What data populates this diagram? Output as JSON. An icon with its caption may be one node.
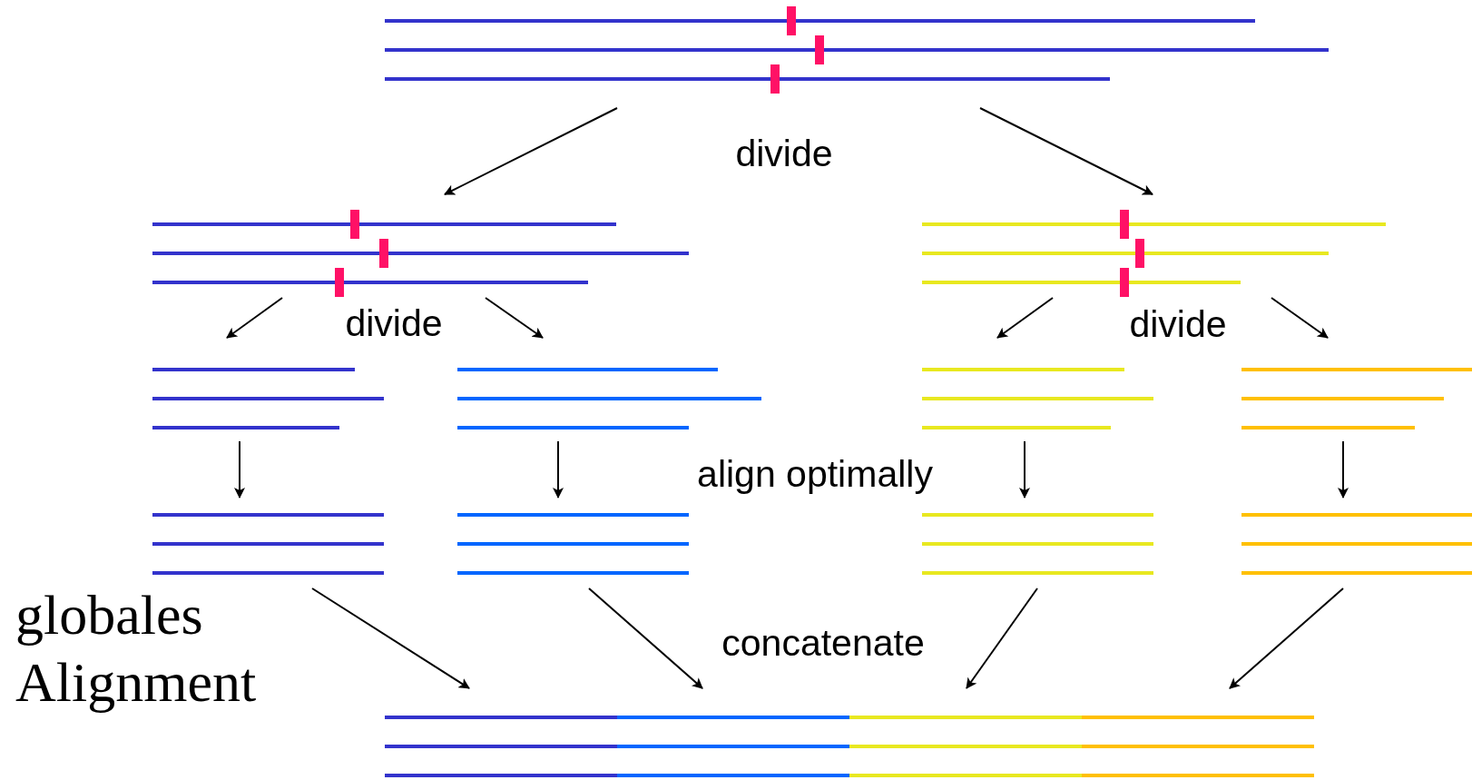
{
  "diagram": {
    "title": "globales Alignment",
    "nodes": [
      {
        "text": [],
        "shape": "bar"
      },
      {
        "text": [],
        "shape": "bar"
      },
      {
        "text": [],
        "shape": "bar"
      },
      {
        "text": [],
        "shape": "bar"
      },
      {
        "text": [],
        "shape": "bar"
      },
      {
        "text": [],
        "shape": "bar"
      },
      {
        "text": [],
        "shape": "bar"
      },
      {
        "text": [],
        "shape": "bar"
      },
      {
        "text": [],
        "shape": "bar"
      },
      {
        "text": [],
        "shape": "bar"
      },
      {
        "text": [],
        "shape": "bar"
      },
      {
        "text": [],
        "shape": "bar"
      }
    ],
    "edges": [
      {
        "from": 0,
        "to": 1,
        "arrow": "to"
      },
      {
        "from": 0,
        "to": 2,
        "arrow": "to"
      },
      {
        "from": 1,
        "to": 3,
        "arrow": "to"
      },
      {
        "from": 1,
        "to": 4,
        "arrow": "to"
      },
      {
        "from": 2,
        "to": 5,
        "arrow": "to"
      },
      {
        "from": 2,
        "to": 6,
        "arrow": "to"
      },
      {
        "from": 3,
        "to": 7,
        "arrow": "to"
      },
      {
        "from": 4,
        "to": 8,
        "arrow": "to"
      },
      {
        "from": 5,
        "to": 9,
        "arrow": "to"
      },
      {
        "from": 6,
        "to": 10,
        "arrow": "to"
      },
      {
        "from": 7,
        "to": 11,
        "arrow": "to"
      },
      {
        "from": 8,
        "to": 11,
        "arrow": "to"
      },
      {
        "from": 9,
        "to": 11,
        "arrow": "to"
      },
      {
        "from": 10,
        "to": 11,
        "arrow": "to"
      }
    ],
    "labels": [
      "divide",
      "divide",
      "divide",
      "align optimally",
      "concatenate"
    ]
  }
}
